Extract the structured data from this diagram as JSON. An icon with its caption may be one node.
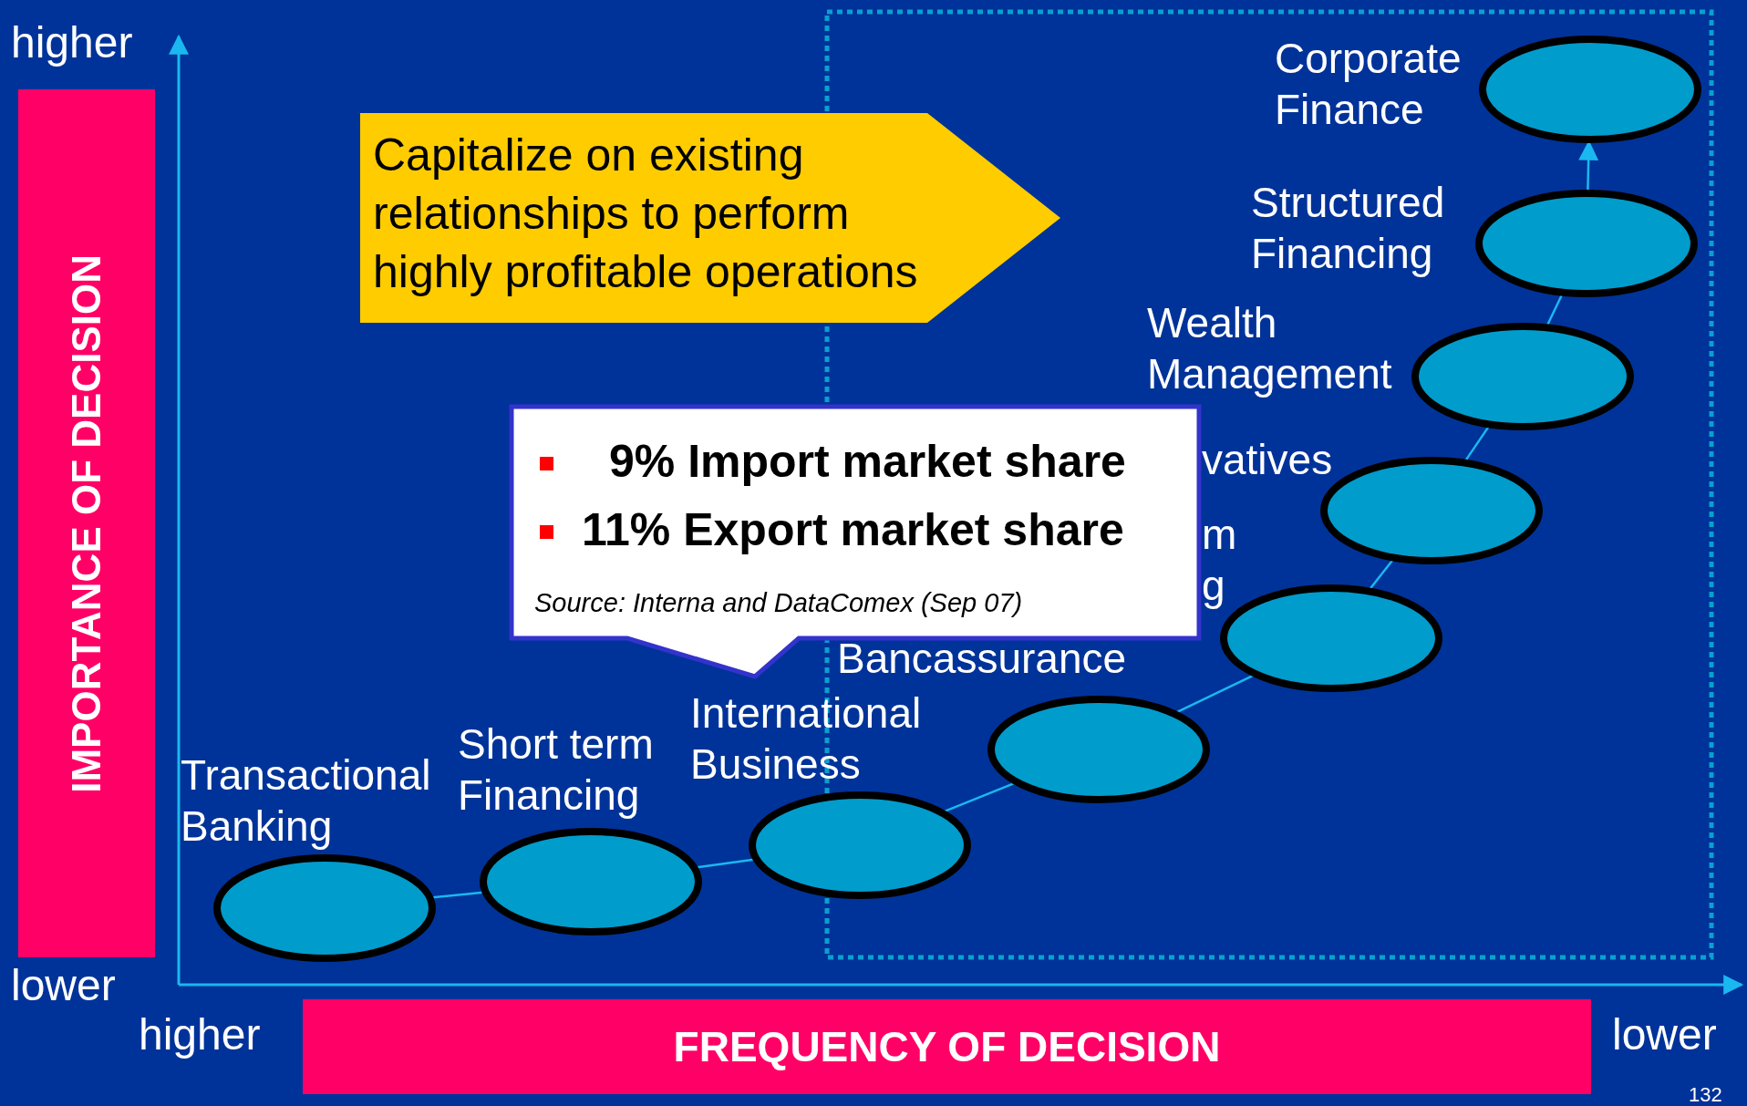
{
  "diagram": {
    "nodes": [
      {
        "text": [
          "Capitalize on existing relationships to perform highly profitable operations"
        ]
      },
      {
        "text": [
          "Corporate Finance"
        ]
      },
      {
        "text": [
          "Structured Financing"
        ]
      },
      {
        "text": [
          "Wealth Management"
        ]
      },
      {
        "text": [
          "9% Import market share",
          "11% Export market share",
          "Source: Interna and DataComex (Sep 07)"
        ]
      },
      {
        "text": [
          "vatives"
        ]
      },
      {
        "text": [
          "m g"
        ]
      },
      {
        "text": [
          "Bancassurance"
        ]
      },
      {
        "text": [
          "International Business"
        ]
      },
      {
        "text": [
          "Short term Financing"
        ]
      },
      {
        "text": [
          "Transactional Banking"
        ]
      }
    ],
    "edges": [
      {
        "from": 10,
        "to": 9,
        "arrow": "none"
      },
      {
        "from": 9,
        "to": 8,
        "arrow": "none"
      },
      {
        "from": 8,
        "to": 7,
        "arrow": "none"
      },
      {
        "from": 7,
        "to": 6,
        "arrow": "none"
      },
      {
        "from": 6,
        "to": 5,
        "arrow": "none"
      },
      {
        "from": 5,
        "to": 3,
        "arrow": "none"
      },
      {
        "from": 3,
        "to": 2,
        "arrow": "none"
      },
      {
        "from": 2,
        "to": 1,
        "arrow": "to"
      }
    ],
    "labels": [
      "higher",
      "IMPORTANCE OF DECISION",
      "lower",
      "higher",
      "FREQUENCY OF DECISION",
      "lower",
      "132"
    ]
  }
}
